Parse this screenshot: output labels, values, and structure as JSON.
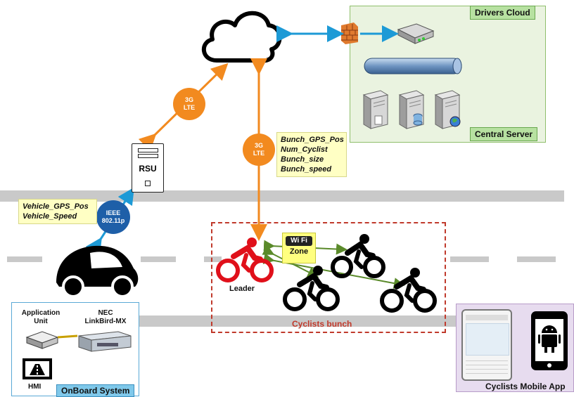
{
  "drivers_cloud": {
    "title": "Drivers Cloud",
    "footer": "Central Server"
  },
  "network_links": {
    "top": [
      "3G",
      "LTE"
    ],
    "middle": [
      "3G",
      "LTE"
    ],
    "wireless": [
      "IEEE",
      "802.11p"
    ]
  },
  "rsu": {
    "label": "RSU"
  },
  "bunch_data": [
    "Bunch_GPS_Pos",
    "Num_Cyclist",
    "Bunch_size",
    "Bunch_speed"
  ],
  "vehicle_data": [
    "Vehicle_GPS_Pos",
    "Vehicle_Speed"
  ],
  "cyclists": {
    "leader_label": "Leader",
    "zone_logo": "Wi Fi",
    "zone_label": "Zone",
    "group_label": "Cyclists bunch"
  },
  "onboard": {
    "app_unit": [
      "Application",
      "Unit"
    ],
    "nec": [
      "NEC",
      "LinkBird-MX"
    ],
    "hmi": "HMI",
    "footer": "OnBoard System"
  },
  "mobile_app": {
    "footer": "Cyclists Mobile App"
  },
  "colors": {
    "orange": "#f28a1f",
    "blue": "#1e5fa8",
    "cloud_green": "#eaf3e0",
    "leader_red": "#e0101a",
    "bunch_border": "#c0392b",
    "onboard_blue": "#bfe3f5",
    "mobile_purple": "#e7dcef"
  }
}
